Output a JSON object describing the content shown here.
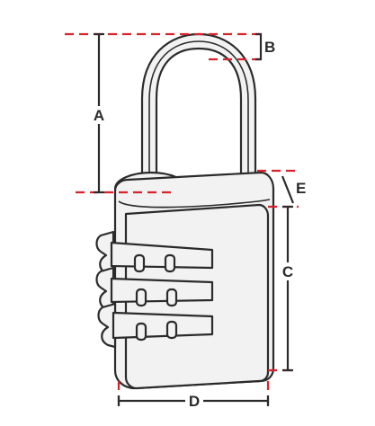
{
  "diagram": {
    "labels": {
      "a": "A",
      "b": "B",
      "c": "C",
      "d": "D",
      "e": "E"
    },
    "colors": {
      "guide": "#d8232a",
      "ink": "#2b2b2b",
      "fill": "#f2f2f2"
    }
  }
}
